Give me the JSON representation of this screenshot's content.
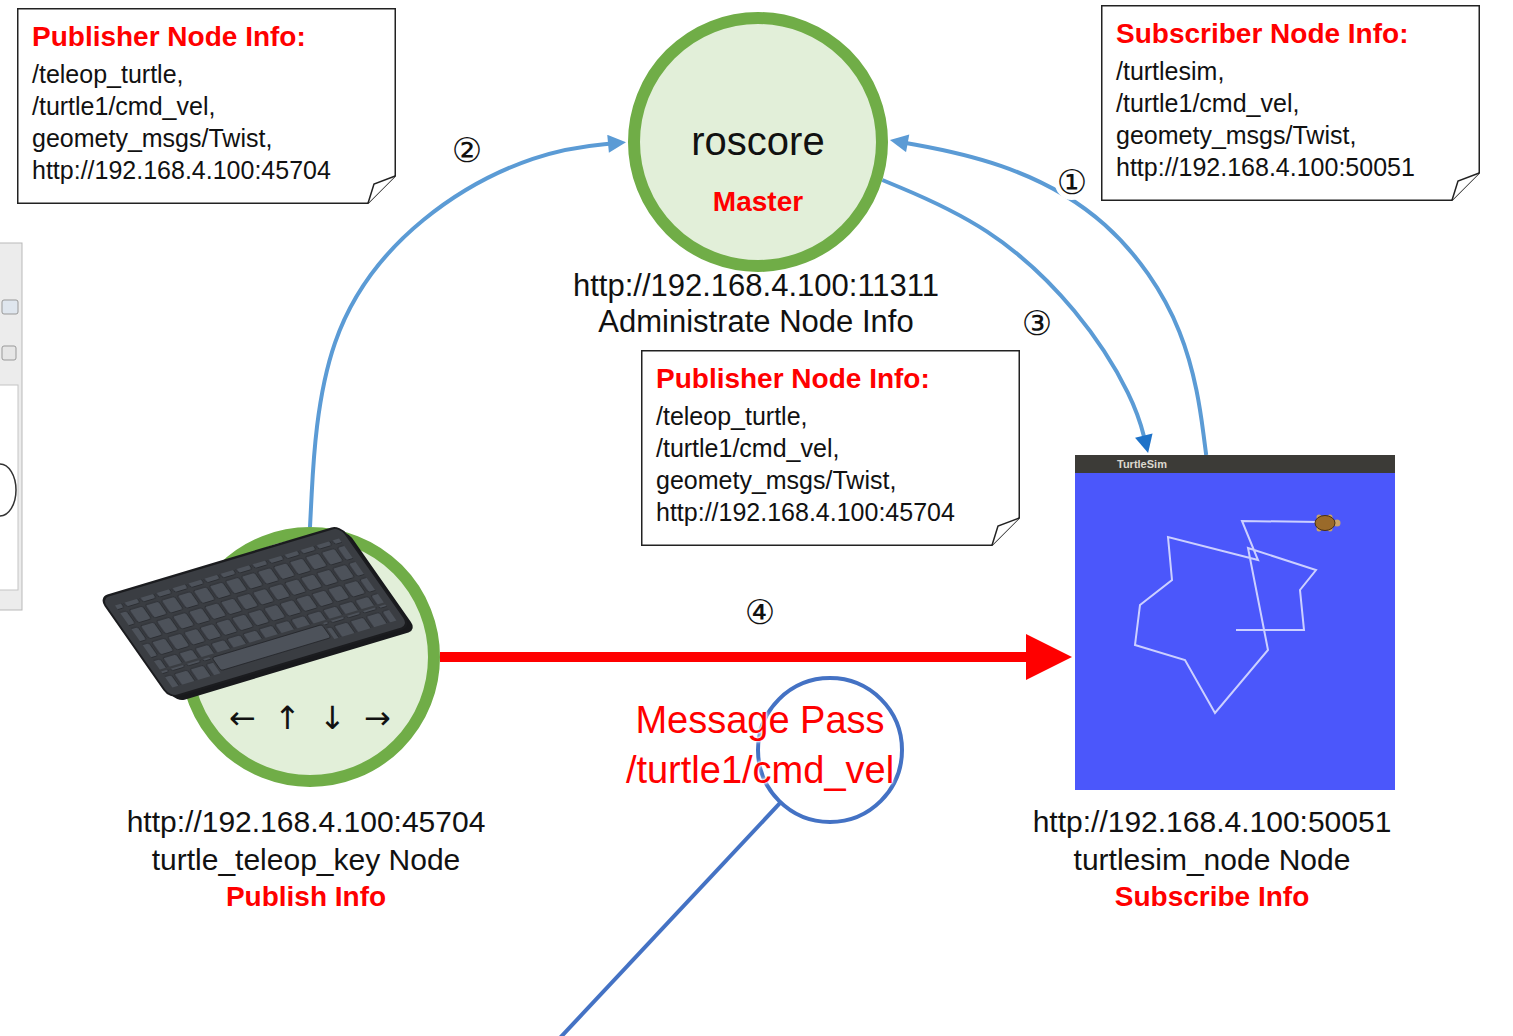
{
  "diagram": {
    "nodes": [
      {
        "text": [
          "Publisher Node Info:",
          "/teleop_turtle, /turtle1/cmd_vel, geomety_msgs/Twist, http://192.168.4.100:45704"
        ]
      },
      {
        "text": [
          "roscore",
          "Master"
        ]
      },
      {
        "text": [
          "Subscriber Node Info:",
          "/turtlesim, /turtle1/cmd_vel, geomety_msgs/Twist, http://192.168.4.100:50051"
        ]
      },
      {
        "text": [
          "Publisher Node Info:",
          "/teleop_turtle, /turtle1/cmd_vel, geomety_msgs/Twist, http://192.168.4.100:45704"
        ]
      },
      {
        "text": [
          "← ↑ ↓ →"
        ]
      },
      {
        "text": [
          "TurtleSim"
        ]
      }
    ],
    "edges": [
      {
        "from": 5,
        "to": 1,
        "arrow": "to",
        "label": "①"
      },
      {
        "from": 4,
        "to": 1,
        "arrow": "to",
        "label": "②"
      },
      {
        "from": 1,
        "to": 5,
        "arrow": "to",
        "label": "③"
      },
      {
        "from": 4,
        "to": 5,
        "arrow": "to",
        "label": "④"
      }
    ],
    "labels": [
      "http://192.168.4.100:11311 Administrate Node Info",
      "http://192.168.4.100:45704 turtle_teleop_key Node",
      "Publish Info",
      "http://192.168.4.100:50051 turtlesim_node Node",
      "Subscribe Info",
      "Message Pass /turtle1/cmd_vel"
    ]
  }
}
